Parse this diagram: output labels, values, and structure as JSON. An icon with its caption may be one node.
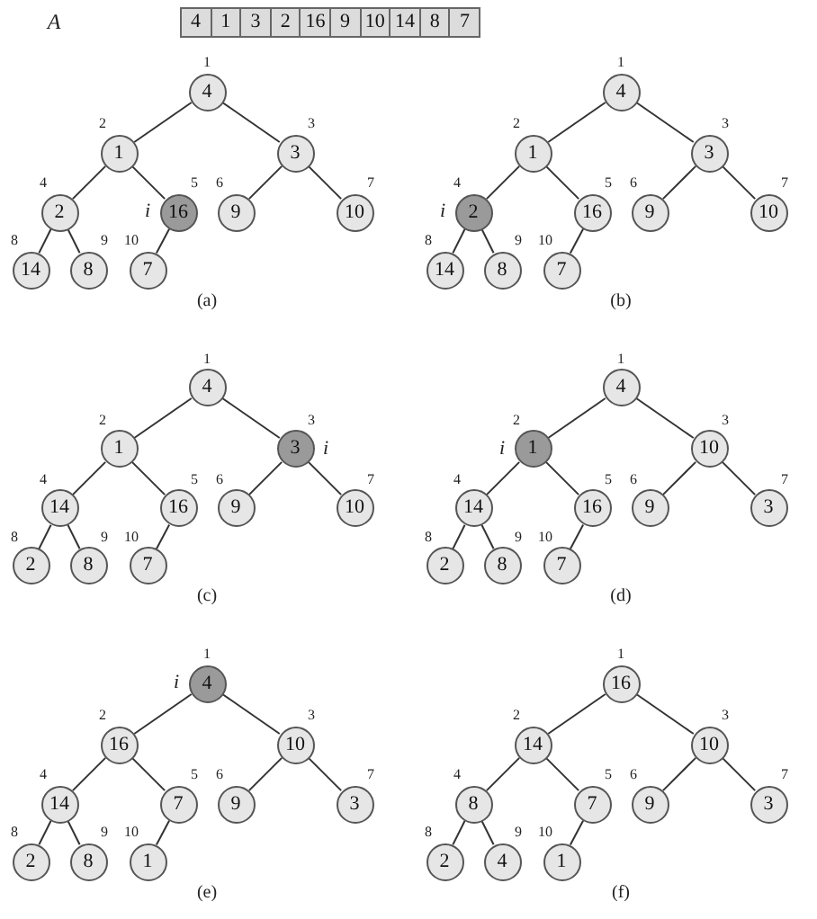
{
  "diagram": {
    "nodes": [
      {
        "text": [
          "4"
        ]
      },
      {
        "text": [
          "1"
        ]
      },
      {
        "text": [
          "3"
        ]
      },
      {
        "text": [
          "2"
        ]
      },
      {
        "text": [
          "16"
        ]
      },
      {
        "text": [
          "9"
        ]
      },
      {
        "text": [
          "10"
        ]
      },
      {
        "text": [
          "14"
        ]
      },
      {
        "text": [
          "8"
        ]
      },
      {
        "text": [
          "7"
        ]
      },
      {
        "text": [
          "4"
        ],
        "beside": [
          "1"
        ]
      },
      {
        "text": [
          "1"
        ],
        "beside": [
          "2"
        ]
      },
      {
        "text": [
          "3"
        ],
        "beside": [
          "3"
        ]
      },
      {
        "text": [
          "2"
        ],
        "beside": [
          "4"
        ]
      },
      {
        "text": [
          "16"
        ],
        "beside": [
          "5",
          "i"
        ]
      },
      {
        "text": [
          "9"
        ],
        "beside": [
          "6"
        ]
      },
      {
        "text": [
          "10"
        ],
        "beside": [
          "7"
        ]
      },
      {
        "text": [
          "14"
        ],
        "beside": [
          "8"
        ]
      },
      {
        "text": [
          "8"
        ],
        "beside": [
          "9"
        ]
      },
      {
        "text": [
          "7"
        ],
        "beside": [
          "10"
        ]
      },
      {
        "text": [
          "4"
        ],
        "beside": [
          "1"
        ]
      },
      {
        "text": [
          "1"
        ],
        "beside": [
          "2"
        ]
      },
      {
        "text": [
          "3"
        ],
        "beside": [
          "3"
        ]
      },
      {
        "text": [
          "2"
        ],
        "beside": [
          "4",
          "i"
        ]
      },
      {
        "text": [
          "16"
        ],
        "beside": [
          "5"
        ]
      },
      {
        "text": [
          "9"
        ],
        "beside": [
          "6"
        ]
      },
      {
        "text": [
          "10"
        ],
        "beside": [
          "7"
        ]
      },
      {
        "text": [
          "14"
        ],
        "beside": [
          "8"
        ]
      },
      {
        "text": [
          "8"
        ],
        "beside": [
          "9"
        ]
      },
      {
        "text": [
          "7"
        ],
        "beside": [
          "10"
        ]
      },
      {
        "text": [
          "4"
        ],
        "beside": [
          "1"
        ]
      },
      {
        "text": [
          "1"
        ],
        "beside": [
          "2"
        ]
      },
      {
        "text": [
          "3"
        ],
        "beside": [
          "3",
          "i"
        ]
      },
      {
        "text": [
          "14"
        ],
        "beside": [
          "4"
        ]
      },
      {
        "text": [
          "16"
        ],
        "beside": [
          "5"
        ]
      },
      {
        "text": [
          "9"
        ],
        "beside": [
          "6"
        ]
      },
      {
        "text": [
          "10"
        ],
        "beside": [
          "7"
        ]
      },
      {
        "text": [
          "2"
        ],
        "beside": [
          "8"
        ]
      },
      {
        "text": [
          "8"
        ],
        "beside": [
          "9"
        ]
      },
      {
        "text": [
          "7"
        ],
        "beside": [
          "10"
        ]
      },
      {
        "text": [
          "4"
        ],
        "beside": [
          "1"
        ]
      },
      {
        "text": [
          "1"
        ],
        "beside": [
          "2",
          "i"
        ]
      },
      {
        "text": [
          "10"
        ],
        "beside": [
          "3"
        ]
      },
      {
        "text": [
          "14"
        ],
        "beside": [
          "4"
        ]
      },
      {
        "text": [
          "16"
        ],
        "beside": [
          "5"
        ]
      },
      {
        "text": [
          "9"
        ],
        "beside": [
          "6"
        ]
      },
      {
        "text": [
          "3"
        ],
        "beside": [
          "7"
        ]
      },
      {
        "text": [
          "2"
        ],
        "beside": [
          "8"
        ]
      },
      {
        "text": [
          "8"
        ],
        "beside": [
          "9"
        ]
      },
      {
        "text": [
          "7"
        ],
        "beside": [
          "10"
        ]
      },
      {
        "text": [
          "4"
        ],
        "beside": [
          "1",
          "i"
        ]
      },
      {
        "text": [
          "16"
        ],
        "beside": [
          "2"
        ]
      },
      {
        "text": [
          "10"
        ],
        "beside": [
          "3"
        ]
      },
      {
        "text": [
          "14"
        ],
        "beside": [
          "4"
        ]
      },
      {
        "text": [
          "7"
        ],
        "beside": [
          "5"
        ]
      },
      {
        "text": [
          "9"
        ],
        "beside": [
          "6"
        ]
      },
      {
        "text": [
          "3"
        ],
        "beside": [
          "7"
        ]
      },
      {
        "text": [
          "2"
        ],
        "beside": [
          "8"
        ]
      },
      {
        "text": [
          "8"
        ],
        "beside": [
          "9"
        ]
      },
      {
        "text": [
          "1"
        ],
        "beside": [
          "10"
        ]
      },
      {
        "text": [
          "16"
        ],
        "beside": [
          "1"
        ]
      },
      {
        "text": [
          "14"
        ],
        "beside": [
          "2"
        ]
      },
      {
        "text": [
          "10"
        ],
        "beside": [
          "3"
        ]
      },
      {
        "text": [
          "8"
        ],
        "beside": [
          "4"
        ]
      },
      {
        "text": [
          "7"
        ],
        "beside": [
          "5"
        ]
      },
      {
        "text": [
          "9"
        ],
        "beside": [
          "6"
        ]
      },
      {
        "text": [
          "3"
        ],
        "beside": [
          "7"
        ]
      },
      {
        "text": [
          "2"
        ],
        "beside": [
          "8"
        ]
      },
      {
        "text": [
          "4"
        ],
        "beside": [
          "9"
        ]
      },
      {
        "text": [
          "1"
        ],
        "beside": [
          "10"
        ]
      }
    ],
    "edges": [
      {
        "from": 10,
        "to": 11,
        "arrow": "none"
      },
      {
        "from": 10,
        "to": 12,
        "arrow": "none"
      },
      {
        "from": 11,
        "to": 13,
        "arrow": "none"
      },
      {
        "from": 11,
        "to": 14,
        "arrow": "none"
      },
      {
        "from": 12,
        "to": 15,
        "arrow": "none"
      },
      {
        "from": 12,
        "to": 16,
        "arrow": "none"
      },
      {
        "from": 13,
        "to": 17,
        "arrow": "none"
      },
      {
        "from": 13,
        "to": 18,
        "arrow": "none"
      },
      {
        "from": 14,
        "to": 19,
        "arrow": "none"
      },
      {
        "from": 20,
        "to": 21,
        "arrow": "none"
      },
      {
        "from": 20,
        "to": 22,
        "arrow": "none"
      },
      {
        "from": 21,
        "to": 23,
        "arrow": "none"
      },
      {
        "from": 21,
        "to": 24,
        "arrow": "none"
      },
      {
        "from": 22,
        "to": 25,
        "arrow": "none"
      },
      {
        "from": 22,
        "to": 26,
        "arrow": "none"
      },
      {
        "from": 23,
        "to": 27,
        "arrow": "none"
      },
      {
        "from": 23,
        "to": 28,
        "arrow": "none"
      },
      {
        "from": 24,
        "to": 29,
        "arrow": "none"
      },
      {
        "from": 30,
        "to": 31,
        "arrow": "none"
      },
      {
        "from": 30,
        "to": 32,
        "arrow": "none"
      },
      {
        "from": 31,
        "to": 33,
        "arrow": "none"
      },
      {
        "from": 31,
        "to": 34,
        "arrow": "none"
      },
      {
        "from": 32,
        "to": 35,
        "arrow": "none"
      },
      {
        "from": 32,
        "to": 36,
        "arrow": "none"
      },
      {
        "from": 33,
        "to": 37,
        "arrow": "none"
      },
      {
        "from": 33,
        "to": 38,
        "arrow": "none"
      },
      {
        "from": 34,
        "to": 39,
        "arrow": "none"
      },
      {
        "from": 40,
        "to": 41,
        "arrow": "none"
      },
      {
        "from": 40,
        "to": 42,
        "arrow": "none"
      },
      {
        "from": 41,
        "to": 43,
        "arrow": "none"
      },
      {
        "from": 41,
        "to": 44,
        "arrow": "none"
      },
      {
        "from": 42,
        "to": 45,
        "arrow": "none"
      },
      {
        "from": 42,
        "to": 46,
        "arrow": "none"
      },
      {
        "from": 43,
        "to": 47,
        "arrow": "none"
      },
      {
        "from": 43,
        "to": 48,
        "arrow": "none"
      },
      {
        "from": 44,
        "to": 49,
        "arrow": "none"
      },
      {
        "from": 50,
        "to": 51,
        "arrow": "none"
      },
      {
        "from": 50,
        "to": 52,
        "arrow": "none"
      },
      {
        "from": 51,
        "to": 53,
        "arrow": "none"
      },
      {
        "from": 51,
        "to": 54,
        "arrow": "none"
      },
      {
        "from": 52,
        "to": 55,
        "arrow": "none"
      },
      {
        "from": 52,
        "to": 56,
        "arrow": "none"
      },
      {
        "from": 53,
        "to": 57,
        "arrow": "none"
      },
      {
        "from": 53,
        "to": 58,
        "arrow": "none"
      },
      {
        "from": 54,
        "to": 59,
        "arrow": "none"
      },
      {
        "from": 60,
        "to": 61,
        "arrow": "none"
      },
      {
        "from": 60,
        "to": 62,
        "arrow": "none"
      },
      {
        "from": 61,
        "to": 63,
        "arrow": "none"
      },
      {
        "from": 61,
        "to": 64,
        "arrow": "none"
      },
      {
        "from": 62,
        "to": 65,
        "arrow": "none"
      },
      {
        "from": 62,
        "to": 66,
        "arrow": "none"
      },
      {
        "from": 63,
        "to": 67,
        "arrow": "none"
      },
      {
        "from": 63,
        "to": 68,
        "arrow": "none"
      },
      {
        "from": 64,
        "to": 69,
        "arrow": "none"
      }
    ],
    "labels": [
      "A",
      "(a)",
      "(b)",
      "(c)",
      "(d)",
      "(e)",
      "(f)"
    ]
  }
}
